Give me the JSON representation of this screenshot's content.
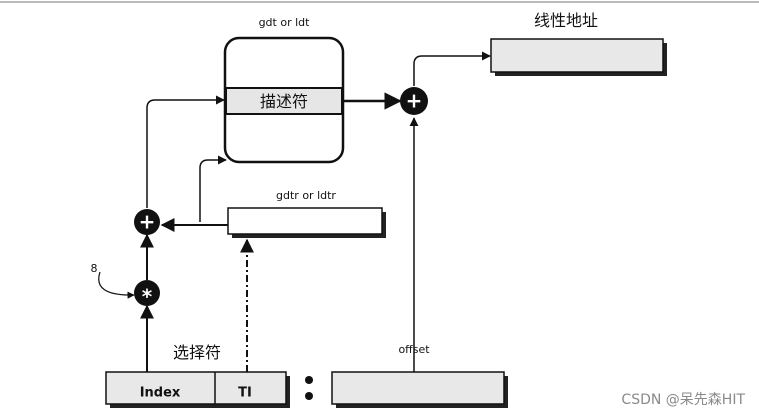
{
  "diagram": {
    "gdt_title": "gdt or ldt",
    "descriptor_label": "描述符",
    "linear_address_label": "线性地址",
    "gdtr_label": "gdtr or ldtr",
    "multiplier_label": "8",
    "selector_label": "选择符",
    "index_label": "Index",
    "ti_label": "TI",
    "separator_label": ":",
    "offset_label": "offset",
    "plus_symbol": "+",
    "times_symbol": "*"
  },
  "watermark": {
    "text": "CSDN @呆先森HIT"
  }
}
